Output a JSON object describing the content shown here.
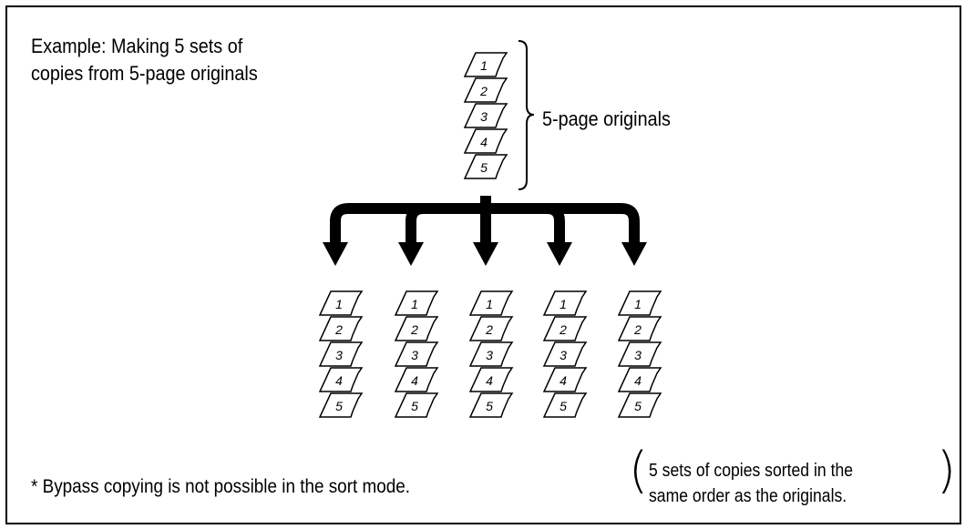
{
  "title": "Example: Making 5 sets of\ncopies from 5-page originals",
  "originals_label": "5-page originals",
  "note": "* Bypass copying is not possible in the sort mode.",
  "sorted_note": {
    "line1": "5 sets of copies sorted in the",
    "line2": "same order as the originals."
  },
  "paren_open": "(",
  "paren_close": ")",
  "original_stack": {
    "pages": [
      "1",
      "2",
      "3",
      "4",
      "5"
    ]
  },
  "copy_sets": [
    {
      "pages": [
        "1",
        "2",
        "3",
        "4",
        "5"
      ]
    },
    {
      "pages": [
        "1",
        "2",
        "3",
        "4",
        "5"
      ]
    },
    {
      "pages": [
        "1",
        "2",
        "3",
        "4",
        "5"
      ]
    },
    {
      "pages": [
        "1",
        "2",
        "3",
        "4",
        "5"
      ]
    },
    {
      "pages": [
        "1",
        "2",
        "3",
        "4",
        "5"
      ]
    }
  ]
}
